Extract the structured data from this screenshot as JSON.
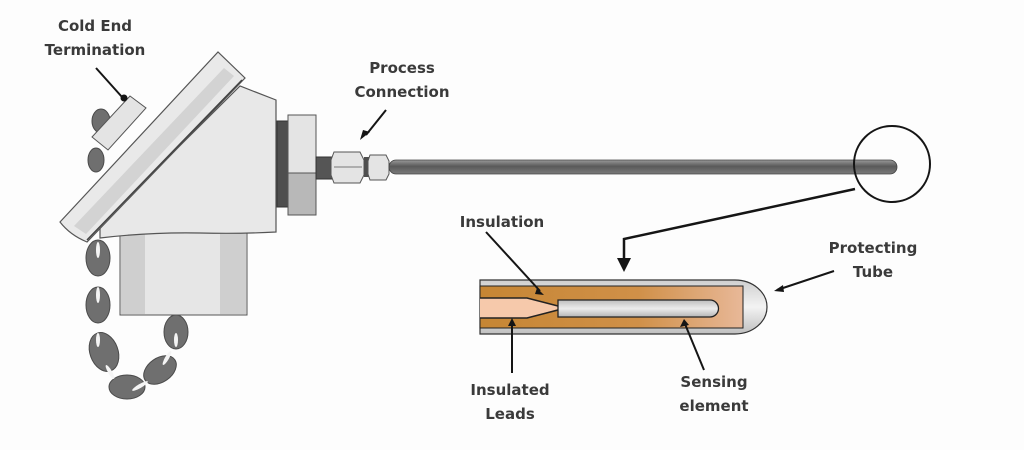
{
  "diagram": {
    "title": "Thermocouple / RTD assembly",
    "labels": {
      "cold_end_line1": "Cold End",
      "cold_end_line2": "Termination",
      "process_line1": "Process",
      "process_line2": "Connection",
      "insulation": "Insulation",
      "protecting_line1": "Protecting",
      "protecting_line2": "Tube",
      "insulated_leads_line1": "Insulated",
      "insulated_leads_line2": "Leads",
      "sensing_line1": "Sensing",
      "sensing_line2": "element"
    },
    "colors": {
      "background": "#fdfdfd",
      "label_text": "#3a3a3a",
      "head_light": "#e6e6e6",
      "head_shade": "#c9c9c9",
      "chain": "#6f6f6f",
      "probe_rod": "#6e6e6e",
      "sheath": "#c8c8c8",
      "insulation": "#c88a3e",
      "leads": "#f4c6a4",
      "sensing_element": "#d6d6d6",
      "outline": "#222222"
    }
  }
}
